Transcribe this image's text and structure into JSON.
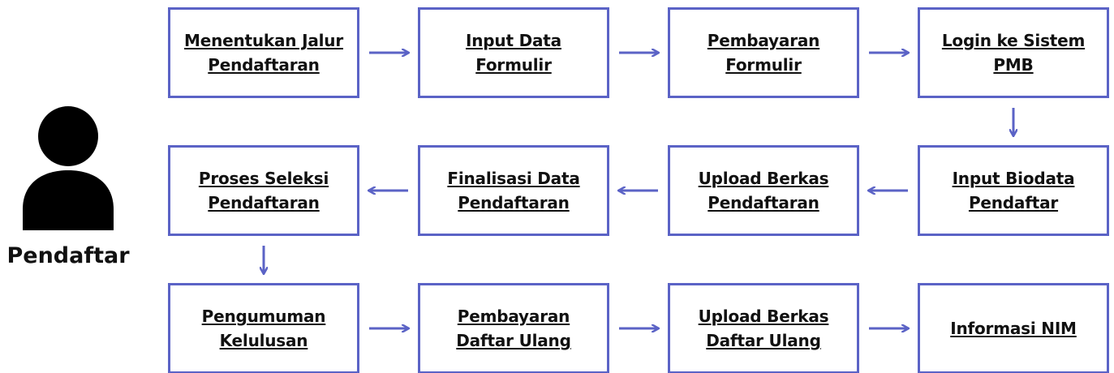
{
  "actor": {
    "label": "Pendaftar",
    "icon": "person-icon"
  },
  "colors": {
    "box_border": "#5b63c6",
    "arrow": "#5b63c6",
    "text": "#111111",
    "icon": "#000000"
  },
  "steps": [
    {
      "id": "s1",
      "label": "Menentukan Jalur\nPendaftaran"
    },
    {
      "id": "s2",
      "label": "Input Data\nFormulir"
    },
    {
      "id": "s3",
      "label": "Pembayaran\nFormulir"
    },
    {
      "id": "s4",
      "label": "Login ke Sistem\nPMB"
    },
    {
      "id": "s5",
      "label": "Input Biodata\nPendaftar"
    },
    {
      "id": "s6",
      "label": "Upload Berkas\nPendaftaran"
    },
    {
      "id": "s7",
      "label": "Finalisasi Data\nPendaftaran"
    },
    {
      "id": "s8",
      "label": "Proses Seleksi\nPendaftaran"
    },
    {
      "id": "s9",
      "label": "Pengumuman\nKelulusan"
    },
    {
      "id": "s10",
      "label": "Pembayaran\nDaftar Ulang"
    },
    {
      "id": "s11",
      "label": "Upload Berkas\nDaftar Ulang"
    },
    {
      "id": "s12",
      "label": "Informasi NIM"
    }
  ],
  "edges": [
    {
      "from": "s1",
      "to": "s2"
    },
    {
      "from": "s2",
      "to": "s3"
    },
    {
      "from": "s3",
      "to": "s4"
    },
    {
      "from": "s4",
      "to": "s5"
    },
    {
      "from": "s5",
      "to": "s6"
    },
    {
      "from": "s6",
      "to": "s7"
    },
    {
      "from": "s7",
      "to": "s8"
    },
    {
      "from": "s8",
      "to": "s9"
    },
    {
      "from": "s9",
      "to": "s10"
    },
    {
      "from": "s10",
      "to": "s11"
    },
    {
      "from": "s11",
      "to": "s12"
    }
  ]
}
